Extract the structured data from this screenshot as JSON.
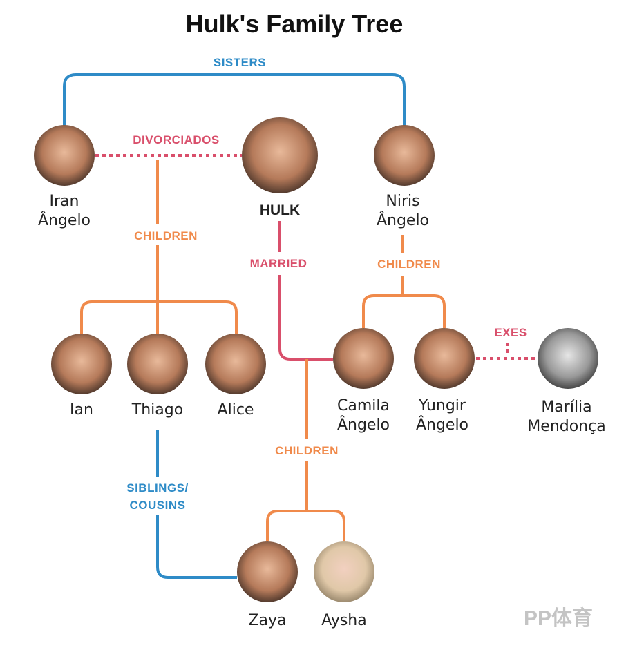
{
  "title": "Hulk's Family Tree",
  "colors": {
    "blue": "#2e8bc7",
    "orange": "#f08a4b",
    "pink": "#d94f6b",
    "text": "#222222"
  },
  "relations": {
    "sisters": "SISTERS",
    "divorced": "DIVORCIADOS",
    "children_1": "CHILDREN",
    "married": "MARRIED",
    "children_2": "CHILDREN",
    "exes": "EXES",
    "children_3": "CHILDREN",
    "siblings_line1": "SIBLINGS/",
    "siblings_line2": "COUSINS"
  },
  "people": {
    "iran": {
      "line1": "Iran",
      "line2": "Ângelo"
    },
    "hulk": {
      "line1": "HULK"
    },
    "niris": {
      "line1": "Niris",
      "line2": "Ângelo"
    },
    "ian": {
      "line1": "Ian"
    },
    "thiago": {
      "line1": "Thiago"
    },
    "alice": {
      "line1": "Alice"
    },
    "camila": {
      "line1": "Camila",
      "line2": "Ângelo"
    },
    "yungir": {
      "line1": "Yungir",
      "line2": "Ângelo"
    },
    "marilia": {
      "line1": "Marília",
      "line2": "Mendonça"
    },
    "zaya": {
      "line1": "Zaya"
    },
    "aysha": {
      "line1": "Aysha"
    }
  },
  "watermark": "PP体育"
}
